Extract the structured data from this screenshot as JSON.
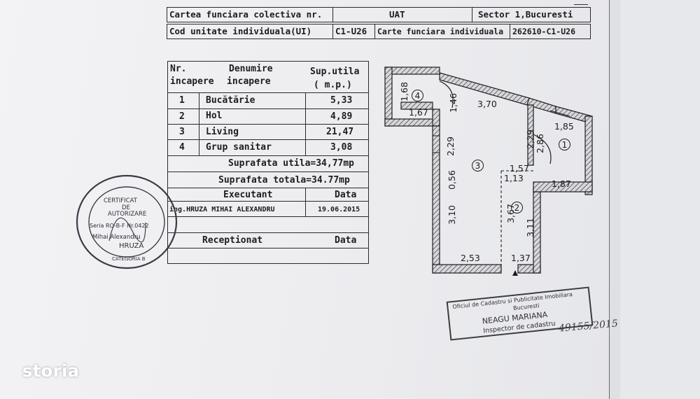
{
  "header": {
    "row1": {
      "label": "Cartea funciara colectiva nr.",
      "value": "",
      "uat_label": "UAT",
      "uat_value": "Sector 1,Bucuresti"
    },
    "row2": {
      "label": "Cod unitate individuala(UI)",
      "value": "C1-U26",
      "cf_label": "Carte funciara individuala",
      "cf_value": "262610-C1-U26"
    }
  },
  "rooms_table": {
    "col_nr": "Nr.",
    "col_nr2": "incapere",
    "col_name": "Denumire",
    "col_name2": "incapere",
    "col_area": "Sup.utila",
    "col_area2": "( m.p.)",
    "rows": [
      {
        "nr": "1",
        "name": "Bucătărie",
        "area": "5,33"
      },
      {
        "nr": "2",
        "name": "Hol",
        "area": "4,89"
      },
      {
        "nr": "3",
        "name": "Living",
        "area": "21,47"
      },
      {
        "nr": "4",
        "name": "Grup sanitar",
        "area": "3,08"
      }
    ],
    "suprafata_utila": "Suprafata utila=34,77mp",
    "suprafata_totala": "Suprafata totala=34.77mp",
    "executant_label": "Executant",
    "data_label": "Data",
    "executant_name": "ing.HRUZA MIHAI ALEXANDRU",
    "executant_date": "19.06.2015",
    "receptionat_label": "Receptionat",
    "receptionat_data": "Data"
  },
  "auth_stamp": {
    "line1": "CERTIFICAT",
    "line2": "DE",
    "line3": "AUTORIZARE",
    "line4": "Seria RO-B-F Nr.0422",
    "line5": "Mihai Alexandru",
    "line6": "HRUZA",
    "line7": "CATEGORIA B"
  },
  "plan": {
    "rooms": [
      "1",
      "2",
      "3",
      "4"
    ],
    "dims": {
      "d168": "1,68",
      "d167": "1,67",
      "d146": "1,46",
      "d370": "3,70",
      "d185": "1,85",
      "d229a": "2,29",
      "d286": "2,86",
      "d229b": "2,29",
      "d056": "0,56",
      "d157": "1,57",
      "d113": "1,13",
      "d187": "1,87",
      "d310": "3,10",
      "d367": "3,67",
      "d311": "3,11",
      "d253": "2,53",
      "d137": "1,37"
    }
  },
  "cadastru_stamp": {
    "line1": "Oficiul de Cadastru si Publicitate Imobiliara",
    "line2": "Bucuresti",
    "line3": "NEAGU MARIANA",
    "line4": "Inspector de cadastru"
  },
  "hand_number": "49155/2015",
  "logo": "storia"
}
